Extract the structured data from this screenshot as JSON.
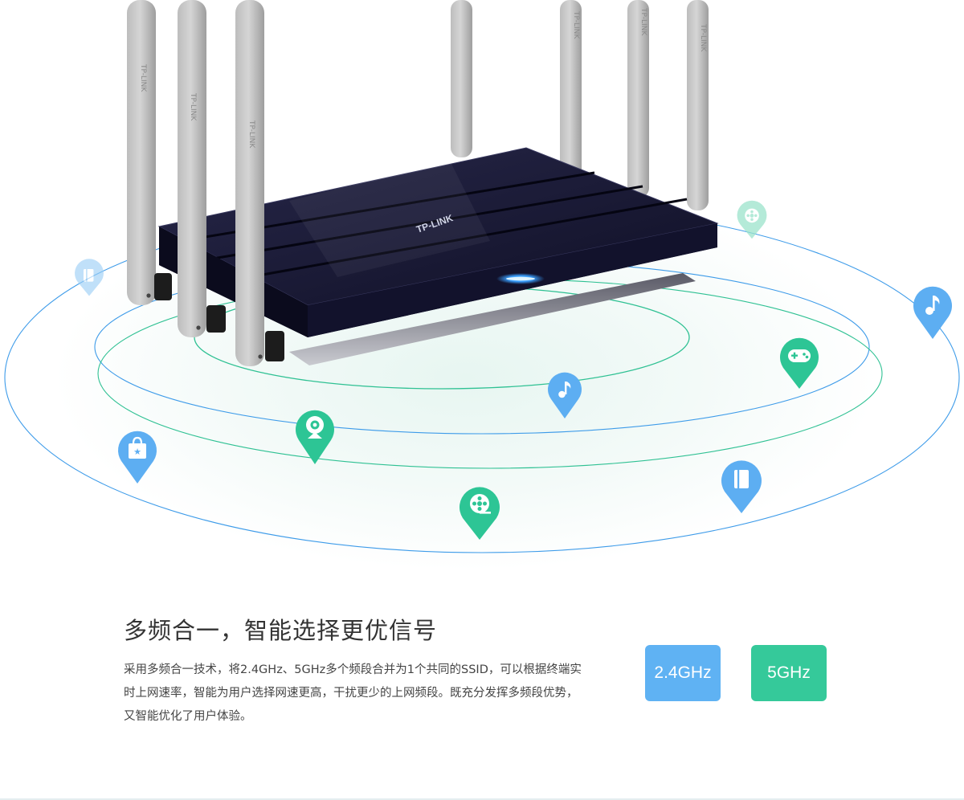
{
  "hero": {
    "brand": "TP-LINK",
    "antenna_brand": "TP-LINK",
    "rings": {
      "inner_color": "#2fc193",
      "outer_color": "#3d9be9"
    },
    "pins": [
      {
        "name": "book-pin-icon",
        "icon": "book-icon",
        "color": "#9fd0f6"
      },
      {
        "name": "film-pin-icon",
        "icon": "film-reel-icon",
        "color": "#9be3cb"
      },
      {
        "name": "music-pin-icon",
        "icon": "music-note-icon",
        "color": "#5daef2"
      },
      {
        "name": "gamepad-pin-icon",
        "icon": "gamepad-icon",
        "color": "#2dc595"
      },
      {
        "name": "music-pin-icon",
        "icon": "music-note-icon",
        "color": "#5daef2"
      },
      {
        "name": "camera-pin-icon",
        "icon": "webcam-icon",
        "color": "#2dc595"
      },
      {
        "name": "shopping-pin-icon",
        "icon": "shopping-bag-icon",
        "color": "#5daef2"
      },
      {
        "name": "film-pin-icon",
        "icon": "film-reel-icon",
        "color": "#2dc595"
      },
      {
        "name": "book-pin-icon",
        "icon": "book-icon",
        "color": "#5daef2"
      }
    ]
  },
  "section": {
    "title": "多频合一，智能选择更优信号",
    "description": "采用多频合一技术，将2.4GHz、5GHz多个频段合并为1个共同的SSID，可以根据终端实时上网速率，智能为用户选择网速更高，干扰更少的上网频段。既充分发挥多频段优势，又智能优化了用户体验。"
  },
  "bands": [
    {
      "label": "2.4GHz",
      "color": "#5fb2f3"
    },
    {
      "label": "5GHz",
      "color": "#35c99a"
    }
  ]
}
